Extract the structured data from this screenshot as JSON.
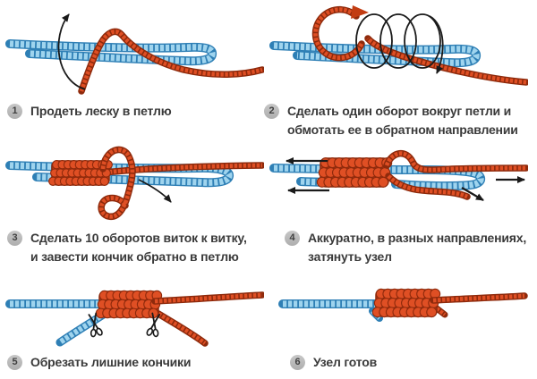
{
  "steps": [
    {
      "num": "1",
      "lines": [
        "Продеть леску в петлю",
        ""
      ]
    },
    {
      "num": "2",
      "lines": [
        "Сделать один оборот вокруг петли и",
        "обмотать ее в обратном направлении"
      ]
    },
    {
      "num": "3",
      "lines": [
        "Сделать 10 оборотов виток к витку,",
        "и завести кончик обратно в петлю"
      ]
    },
    {
      "num": "4",
      "lines": [
        "Аккуратно, в разных направлениях,",
        "затянуть узел"
      ]
    },
    {
      "num": "5",
      "lines": [
        "Обрезать лишние кончики",
        ""
      ]
    },
    {
      "num": "6",
      "lines": [
        "Узел готов",
        ""
      ]
    }
  ],
  "colors": {
    "background": "#ffffff",
    "blue_line_fill": "#9fd4ee",
    "blue_line_outline": "#2e7fb5",
    "red_line_fill": "#df4f24",
    "red_line_outline": "#8e2a0c",
    "coil_base": "#c43d16",
    "arrow_black": "#1a1a1a",
    "red_arrowhead": "#c23c12",
    "badge_bg": "#b9b9b9",
    "badge_text": "#3f3f3f",
    "caption_text": "#3a3a3a"
  },
  "icons": [
    "scissors-icon",
    "up-arrow-icon",
    "spiral-wrap-arrow-icon",
    "pull-direction-arrow-icon",
    "wrap-direction-arrowhead-icon"
  ]
}
